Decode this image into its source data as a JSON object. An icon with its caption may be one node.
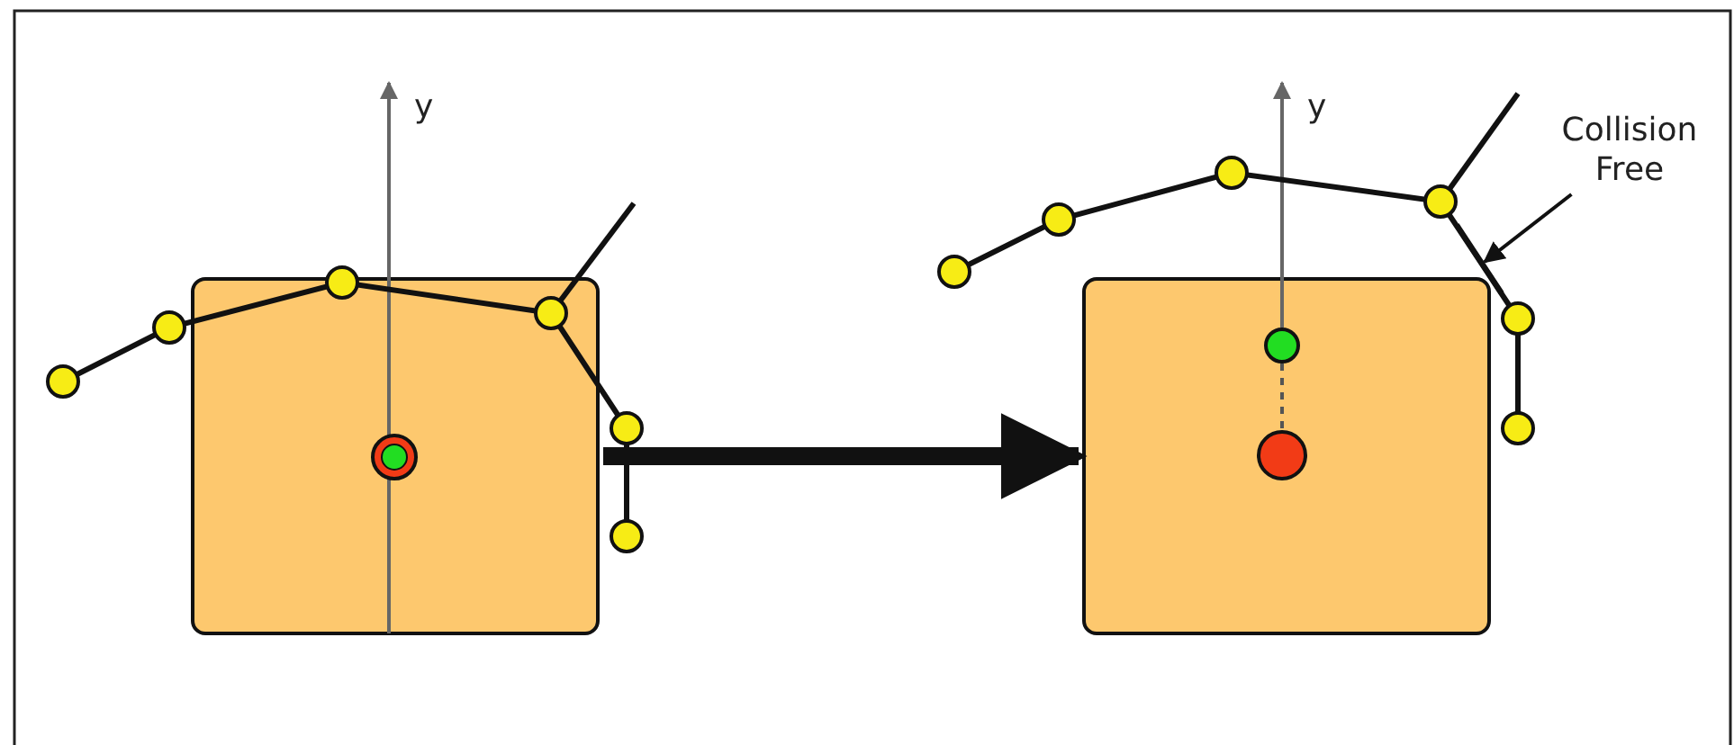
{
  "diagram": {
    "nodes": [
      {
        "text": [],
        "shape": "box"
      },
      {
        "text": [],
        "shape": "box"
      },
      {
        "text": [
          "Collision Free"
        ]
      },
      {
        "text": [],
        "shape": "bar"
      }
    ],
    "edges": [
      {
        "from": 0,
        "to": 1,
        "arrow": "to",
        "style": "thick"
      },
      {
        "from": 2,
        "to": 3,
        "arrow": "to"
      }
    ],
    "labels": [
      "y",
      "y"
    ]
  }
}
